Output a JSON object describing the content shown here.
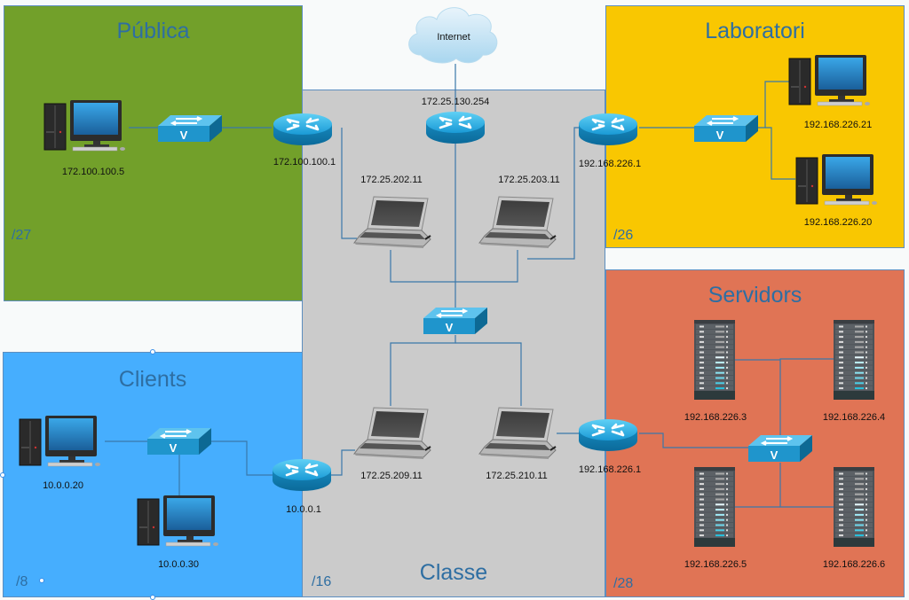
{
  "diagram": {
    "zones": {
      "publica": {
        "title": "Pública",
        "mask": "/27",
        "color": "#72a02a"
      },
      "laboratori": {
        "title": "Laboratori",
        "mask": "/26",
        "color": "#f9c701"
      },
      "clients": {
        "title": "Clients",
        "mask": "/8",
        "color": "#46aefe"
      },
      "classe": {
        "title": "Classe",
        "mask": "/16",
        "color": "#cbcbcb"
      },
      "servidors": {
        "title": "Servidors",
        "mask": "/28",
        "color": "#e07455"
      }
    },
    "internet": {
      "label": "Internet"
    },
    "routers": {
      "core": "172.25.130.254",
      "publica": "172.100.100.1",
      "laboratori": "192.168.226.1",
      "clients": "10.0.0.1",
      "servidors": "192.168.226.1"
    },
    "hosts": {
      "publica_pc": "172.100.100.5",
      "lab_pc1": "192.168.226.21",
      "lab_pc2": "192.168.226.20",
      "clients_pc1": "10.0.0.20",
      "clients_pc2": "10.0.0.30",
      "classe_laptop1": "172.25.202.11",
      "classe_laptop2": "172.25.203.11",
      "classe_laptop3": "172.25.209.11",
      "classe_laptop4": "172.25.210.11",
      "server1": "192.168.226.3",
      "server2": "192.168.226.4",
      "server3": "192.168.226.5",
      "server4": "192.168.226.6"
    }
  }
}
